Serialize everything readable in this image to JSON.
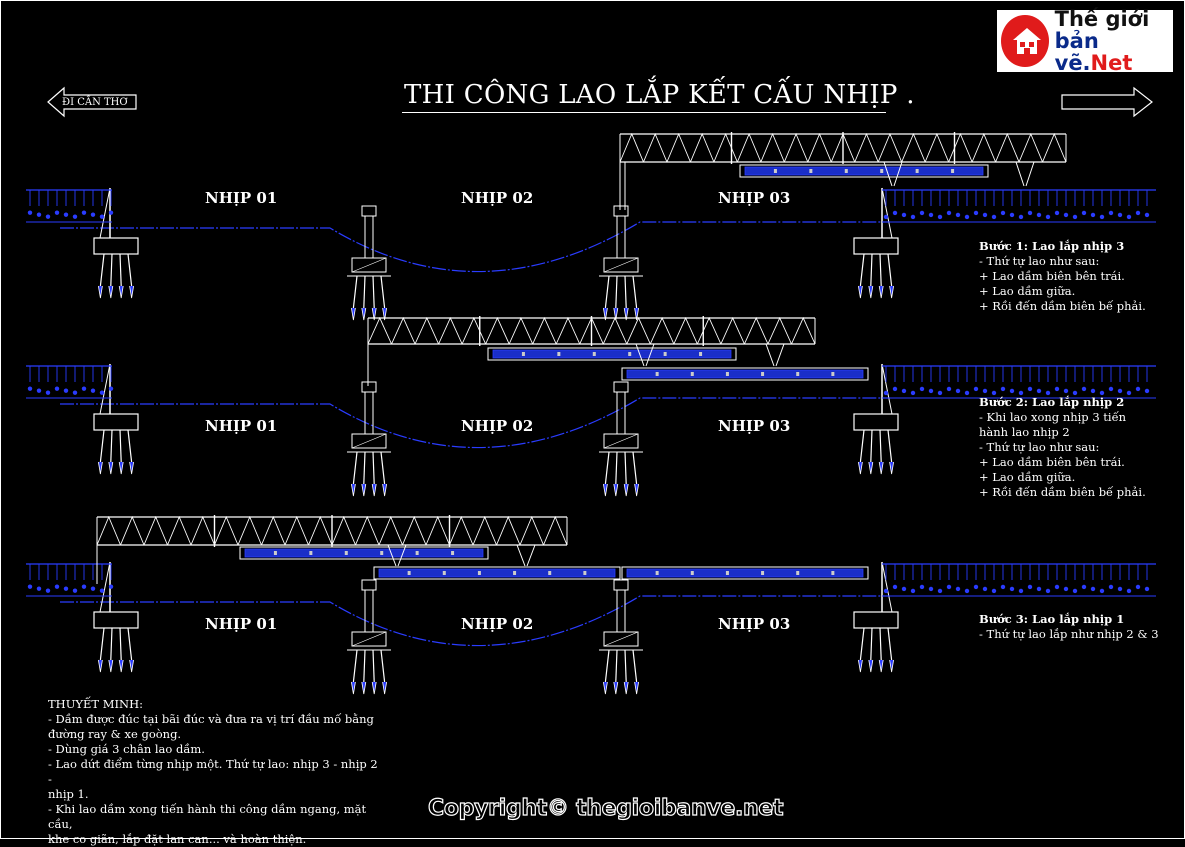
{
  "logo": {
    "line1": "Thế giới",
    "line2": "bản vẽ.",
    "line2_accent": "Net",
    "icon": "house-icon"
  },
  "title": "THI CÔNG LAO LẮP KẾT CẤU NHỊP .",
  "direction_left": "ĐI CẦN THƠ",
  "spans": {
    "s1": "NHỊP 01",
    "s2": "NHỊP 02",
    "s3": "NHỊP 03"
  },
  "steps": [
    {
      "title": "Bước 1: Lao lắp nhịp 3",
      "lines": [
        "- Thứ tự lao như sau:",
        "+ Lao dầm biên bên trái.",
        "+ Lao dầm giữa.",
        "+ Rồi đến dầm biên bế phải."
      ]
    },
    {
      "title": "Bước 2: Lao lắp nhịp 2",
      "lines": [
        "- Khi lao xong nhịp 3 tiến",
        "hành lao nhịp 2",
        "- Thứ tự lao như sau:",
        "+ Lao dầm biên bên trái.",
        "+ Lao dầm giữa.",
        "+ Rồi đến dầm biên bế phải."
      ]
    },
    {
      "title": "Bước 3: Lao lắp nhịp 1",
      "lines": [
        "- Thứ tự lao lắp như nhịp 2 & 3"
      ]
    }
  ],
  "notes": {
    "heading": "THUYẾT MINH:",
    "lines": [
      "- Dầm được đúc tại bãi đúc và đưa ra vị trí đầu mố bằng",
      "đường ray & xe goòng.",
      "- Dùng giá 3 chân lao dầm.",
      "- Lao dứt điểm từng nhịp một. Thứ tự lao: nhịp 3 - nhịp 2 -",
      "nhịp 1.",
      "- Khi lao dầm xong tiến hành thi công dầm ngang, mặt cầu,",
      "khe co giãn, lắp đặt lan can... và hoàn thiện."
    ]
  },
  "copyright": "Copyright© thegioibanve.net",
  "colors": {
    "line": "#ffffff",
    "blue": "#2a3cff",
    "beam_fill": "#1a2ec8",
    "red": "#e01b1b"
  }
}
